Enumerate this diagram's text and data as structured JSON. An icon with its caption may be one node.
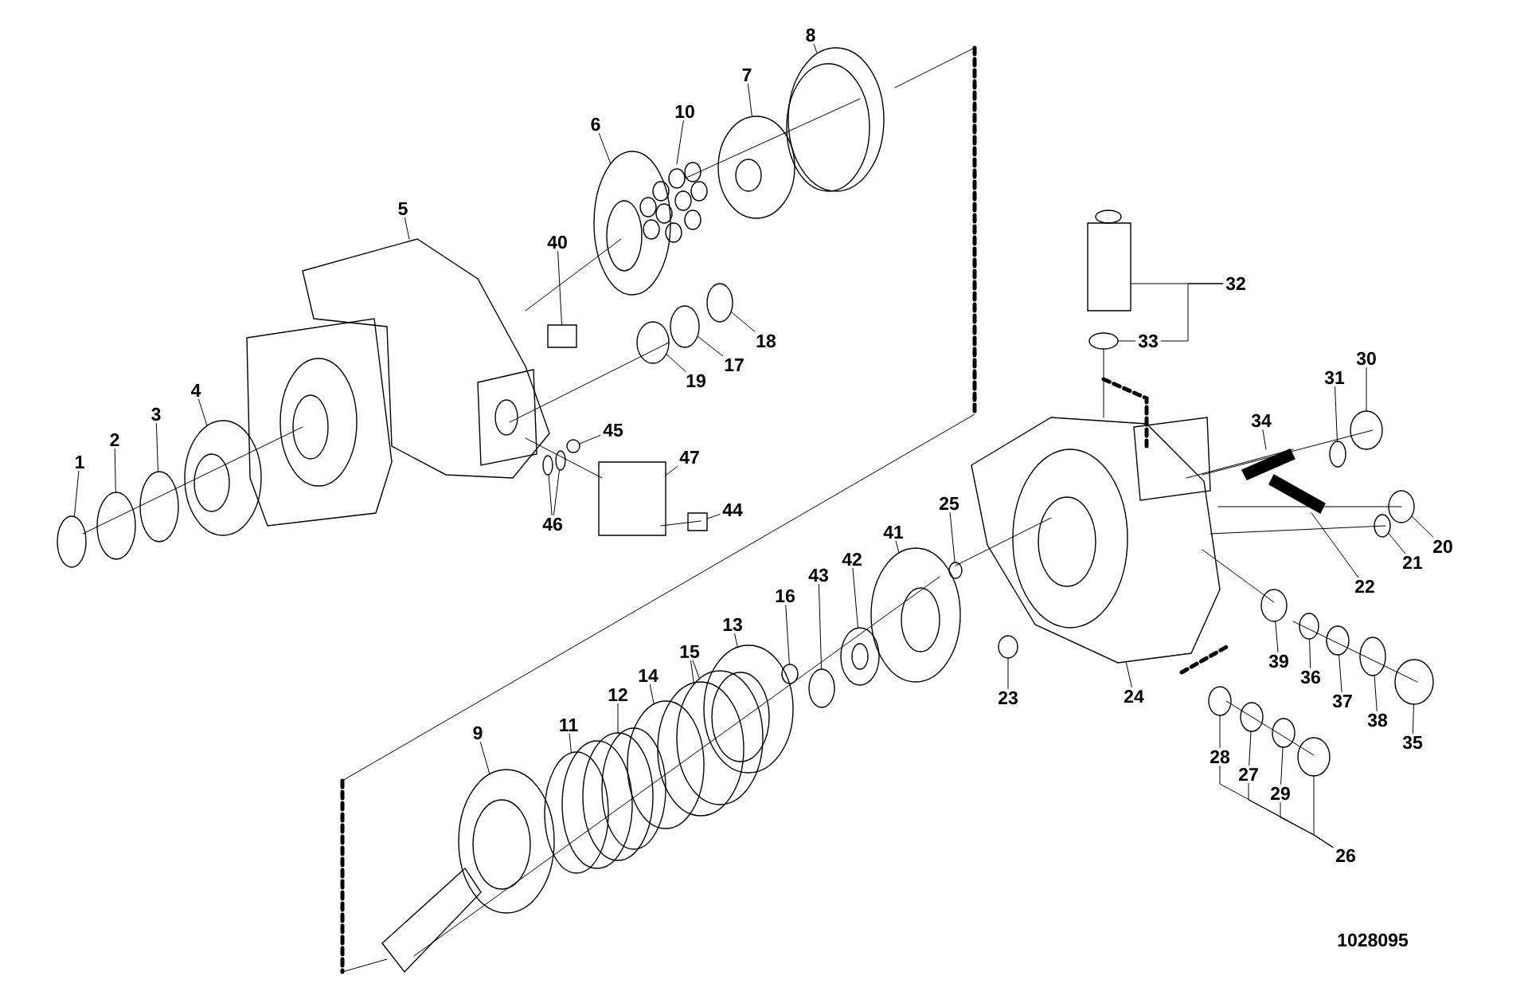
{
  "diagram": {
    "nodes": [
      {
        "text": [
          "1"
        ]
      },
      {
        "text": [
          "2"
        ]
      },
      {
        "text": [
          "3"
        ]
      },
      {
        "text": [
          "4"
        ]
      },
      {
        "text": [
          "5"
        ]
      },
      {
        "text": [
          "6"
        ]
      },
      {
        "text": [
          "7"
        ]
      },
      {
        "text": [
          "8"
        ]
      },
      {
        "text": [
          "9"
        ]
      },
      {
        "text": [
          "10"
        ]
      },
      {
        "text": [
          "11"
        ]
      },
      {
        "text": [
          "12"
        ]
      },
      {
        "text": [
          "13"
        ]
      },
      {
        "text": [
          "14"
        ]
      },
      {
        "text": [
          "15"
        ]
      },
      {
        "text": [
          "16"
        ]
      },
      {
        "text": [
          "17"
        ]
      },
      {
        "text": [
          "18"
        ]
      },
      {
        "text": [
          "19"
        ]
      },
      {
        "text": [
          "20"
        ]
      },
      {
        "text": [
          "21"
        ]
      },
      {
        "text": [
          "22"
        ]
      },
      {
        "text": [
          "23"
        ]
      },
      {
        "text": [
          "24"
        ]
      },
      {
        "text": [
          "25"
        ]
      },
      {
        "text": [
          "26"
        ]
      },
      {
        "text": [
          "27"
        ]
      },
      {
        "text": [
          "28"
        ]
      },
      {
        "text": [
          "29"
        ]
      },
      {
        "text": [
          "30"
        ]
      },
      {
        "text": [
          "31"
        ]
      },
      {
        "text": [
          "32"
        ]
      },
      {
        "text": [
          "33"
        ]
      },
      {
        "text": [
          "34"
        ]
      },
      {
        "text": [
          "35"
        ]
      },
      {
        "text": [
          "36"
        ]
      },
      {
        "text": [
          "37"
        ]
      },
      {
        "text": [
          "38"
        ]
      },
      {
        "text": [
          "39"
        ]
      },
      {
        "text": [
          "40"
        ]
      },
      {
        "text": [
          "41"
        ]
      },
      {
        "text": [
          "42"
        ]
      },
      {
        "text": [
          "43"
        ]
      },
      {
        "text": [
          "44"
        ]
      },
      {
        "text": [
          "45"
        ]
      },
      {
        "text": [
          "46"
        ]
      },
      {
        "text": [
          "47"
        ]
      },
      {
        "text": [],
        "shape": "circle"
      },
      {
        "text": [],
        "shape": "circle"
      },
      {
        "text": [],
        "shape": "circle"
      },
      {
        "text": [],
        "shape": "picture"
      },
      {
        "text": [],
        "shape": "picture"
      },
      {
        "text": [],
        "shape": "picture"
      },
      {
        "text": [],
        "shape": "picture"
      },
      {
        "text": [],
        "shape": "picture"
      },
      {
        "text": [],
        "shape": "picture"
      },
      {
        "text": [],
        "shape": "picture"
      },
      {
        "text": [],
        "shape": "circle"
      },
      {
        "text": [],
        "shape": "circle"
      },
      {
        "text": [],
        "shape": "picture"
      },
      {
        "text": [],
        "shape": "circle"
      },
      {
        "text": [],
        "shape": "circle"
      },
      {
        "text": [],
        "shape": "circle"
      },
      {
        "text": [],
        "shape": "circle"
      },
      {
        "text": [],
        "shape": "circle"
      },
      {
        "text": [],
        "shape": "circle"
      },
      {
        "text": [],
        "shape": "circle"
      },
      {
        "text": [],
        "shape": "circle"
      },
      {
        "text": [],
        "shape": "circle"
      },
      {
        "text": [],
        "shape": "bar"
      },
      {
        "text": [],
        "shape": "circle"
      },
      {
        "text": [],
        "shape": "picture"
      },
      {
        "text": [],
        "shape": "circle"
      },
      {
        "text": [],
        "shape": "circle"
      },
      {
        "text": [],
        "shape": "circle"
      },
      {
        "text": [],
        "shape": "circle"
      },
      {
        "text": [],
        "shape": "circle"
      },
      {
        "text": [],
        "shape": "circle"
      },
      {
        "text": [],
        "shape": "circle"
      },
      {
        "text": [],
        "shape": "picture"
      },
      {
        "text": [],
        "shape": "circle"
      },
      {
        "text": [],
        "shape": "bar"
      },
      {
        "text": [],
        "shape": "circle"
      },
      {
        "text": [],
        "shape": "circle"
      },
      {
        "text": [],
        "shape": "circle"
      },
      {
        "text": [],
        "shape": "circle"
      },
      {
        "text": [],
        "shape": "circle"
      },
      {
        "text": [],
        "shape": "box"
      },
      {
        "text": [],
        "shape": "picture"
      },
      {
        "text": [],
        "shape": "picture"
      },
      {
        "text": [],
        "shape": "circle"
      },
      {
        "text": [],
        "shape": "box"
      },
      {
        "text": [],
        "shape": "circle"
      },
      {
        "text": [],
        "shape": "circle"
      },
      {
        "text": [],
        "shape": "circle"
      },
      {
        "text": [],
        "shape": "box"
      }
    ],
    "edges": [
      {
        "from": 0,
        "to": 47,
        "arrow": "none"
      },
      {
        "from": 1,
        "to": 48,
        "arrow": "none"
      },
      {
        "from": 2,
        "to": 49,
        "arrow": "none"
      },
      {
        "from": 3,
        "to": 50,
        "arrow": "none"
      },
      {
        "from": 4,
        "to": 51,
        "arrow": "none"
      },
      {
        "from": 5,
        "to": 52,
        "arrow": "none"
      },
      {
        "from": 6,
        "to": 53,
        "arrow": "none"
      },
      {
        "from": 7,
        "to": 54,
        "arrow": "none"
      },
      {
        "from": 8,
        "to": 55,
        "arrow": "none"
      },
      {
        "from": 9,
        "to": 56,
        "arrow": "none"
      },
      {
        "from": 10,
        "to": 57,
        "arrow": "none"
      },
      {
        "from": 11,
        "to": 58,
        "arrow": "none"
      },
      {
        "from": 12,
        "to": 59,
        "arrow": "none"
      },
      {
        "from": 13,
        "to": 60,
        "arrow": "none"
      },
      {
        "from": 14,
        "to": 61,
        "arrow": "none"
      },
      {
        "from": 14,
        "to": 62,
        "arrow": "none"
      },
      {
        "from": 15,
        "to": 63,
        "arrow": "none"
      },
      {
        "from": 16,
        "to": 64,
        "arrow": "none"
      },
      {
        "from": 17,
        "to": 65,
        "arrow": "none"
      },
      {
        "from": 18,
        "to": 66,
        "arrow": "none"
      },
      {
        "from": 19,
        "to": 67,
        "arrow": "none"
      },
      {
        "from": 20,
        "to": 68,
        "arrow": "none"
      },
      {
        "from": 21,
        "to": 69,
        "arrow": "none"
      },
      {
        "from": 22,
        "to": 70,
        "arrow": "none"
      },
      {
        "from": 23,
        "to": 71,
        "arrow": "none"
      },
      {
        "from": 24,
        "to": 72,
        "arrow": "none"
      },
      {
        "from": 25,
        "to": 73,
        "arrow": "none"
      },
      {
        "from": 26,
        "to": 74,
        "arrow": "none"
      },
      {
        "from": 27,
        "to": 75,
        "arrow": "none"
      },
      {
        "from": 28,
        "to": 76,
        "arrow": "none"
      },
      {
        "from": 29,
        "to": 77,
        "arrow": "none"
      },
      {
        "from": 30,
        "to": 78,
        "arrow": "none"
      },
      {
        "from": 31,
        "to": 79,
        "arrow": "none"
      },
      {
        "from": 32,
        "to": 80,
        "arrow": "none"
      },
      {
        "from": 33,
        "to": 81,
        "arrow": "none"
      },
      {
        "from": 34,
        "to": 82,
        "arrow": "none"
      },
      {
        "from": 35,
        "to": 83,
        "arrow": "none"
      },
      {
        "from": 36,
        "to": 84,
        "arrow": "none"
      },
      {
        "from": 37,
        "to": 85,
        "arrow": "none"
      },
      {
        "from": 38,
        "to": 86,
        "arrow": "none"
      },
      {
        "from": 39,
        "to": 87,
        "arrow": "none"
      },
      {
        "from": 40,
        "to": 88,
        "arrow": "none"
      },
      {
        "from": 41,
        "to": 89,
        "arrow": "none"
      },
      {
        "from": 42,
        "to": 90,
        "arrow": "none"
      },
      {
        "from": 43,
        "to": 91,
        "arrow": "none"
      },
      {
        "from": 44,
        "to": 92,
        "arrow": "none"
      },
      {
        "from": 45,
        "to": 93,
        "arrow": "none"
      },
      {
        "from": 45,
        "to": 94,
        "arrow": "none"
      },
      {
        "from": 46,
        "to": 95,
        "arrow": "none"
      },
      {
        "from": 25,
        "to": 27,
        "arrow": "none"
      },
      {
        "from": 25,
        "to": 26,
        "arrow": "none"
      },
      {
        "from": 25,
        "to": 28,
        "arrow": "none"
      },
      {
        "from": 31,
        "to": 32,
        "arrow": "none"
      }
    ],
    "labels": [
      "1028095"
    ]
  }
}
